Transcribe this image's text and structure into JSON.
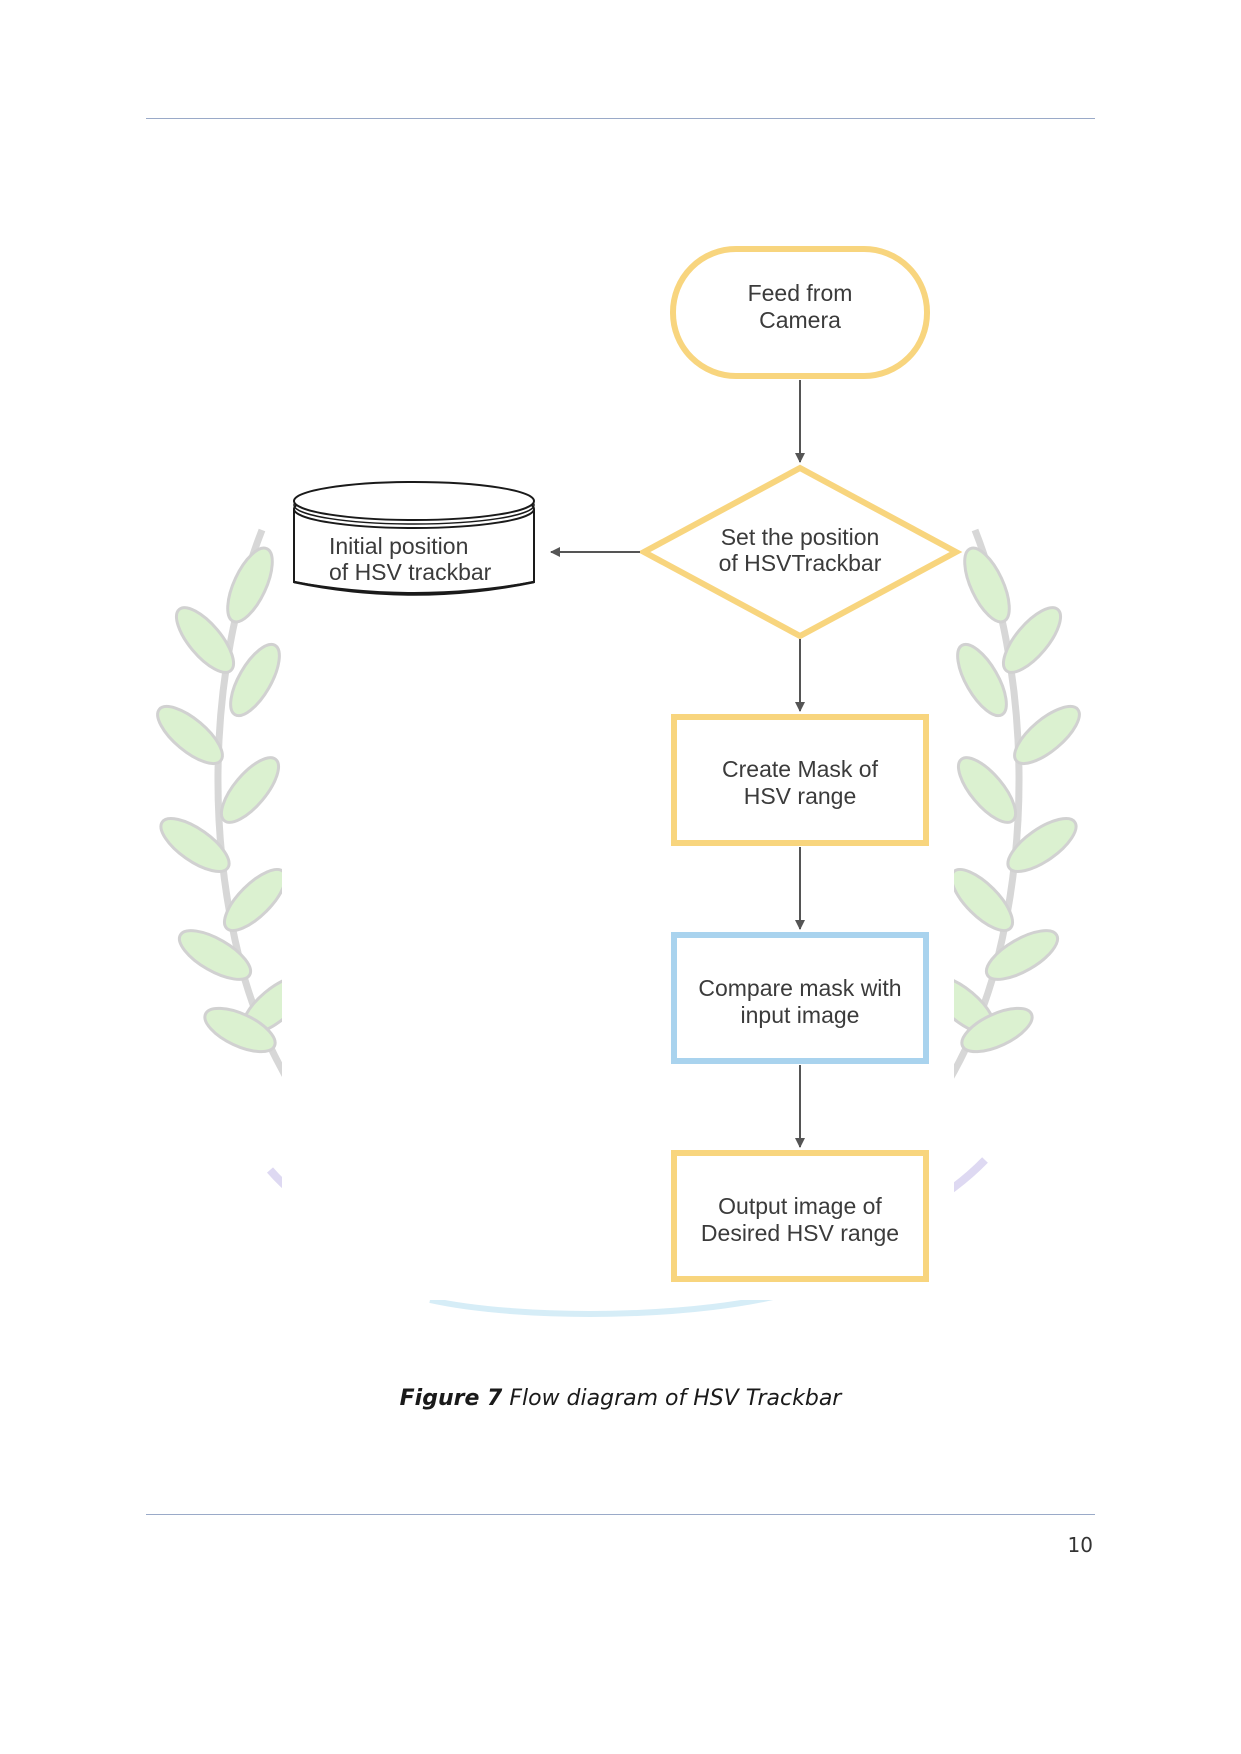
{
  "figure": {
    "nodes": {
      "start": {
        "lines": [
          "Feed from",
          "Camera"
        ],
        "shape": "terminator",
        "stroke": "#f8d57e"
      },
      "decision": {
        "lines": [
          "Set the position",
          "of HSVTrackbar"
        ],
        "shape": "diamond",
        "stroke": "#f8d57e"
      },
      "storage": {
        "lines": [
          "Initial position",
          "of  HSV trackbar"
        ],
        "shape": "stored-data"
      },
      "mask": {
        "lines": [
          "Create Mask of",
          "HSV range"
        ],
        "shape": "process",
        "stroke": "#f8d57e"
      },
      "compare": {
        "lines": [
          "Compare mask with",
          "input image"
        ],
        "shape": "process",
        "stroke": "#a9d3ee"
      },
      "output": {
        "lines": [
          "Output image of",
          "Desired HSV range"
        ],
        "shape": "process",
        "stroke": "#f8d57e"
      }
    },
    "edges": [
      {
        "from": "start",
        "to": "decision"
      },
      {
        "from": "decision",
        "to": "storage"
      },
      {
        "from": "decision",
        "to": "mask"
      },
      {
        "from": "mask",
        "to": "compare"
      },
      {
        "from": "compare",
        "to": "output"
      }
    ]
  },
  "caption": {
    "label": "Figure 7",
    "text": " Flow diagram of HSV Trackbar"
  },
  "page_number": "10",
  "colors": {
    "rule": "#9aaac8",
    "arrow": "#555555",
    "watermark_leaf": "#cdebbf",
    "watermark_stem": "#c9c9c9"
  }
}
